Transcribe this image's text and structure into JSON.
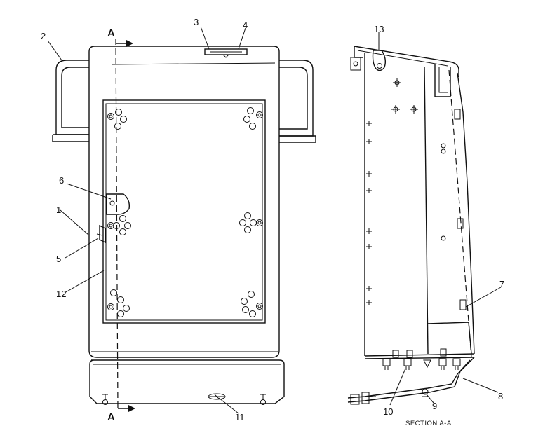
{
  "callouts": {
    "c1": "1",
    "c2": "2",
    "c3": "3",
    "c4": "4",
    "c5": "5",
    "c6": "6",
    "c7": "7",
    "c8": "8",
    "c9": "9",
    "c10": "10",
    "c11": "11",
    "c12": "12",
    "c13": "13"
  },
  "section_letter_top": "A",
  "section_letter_bottom": "A",
  "section_caption": "SECTION  A-A"
}
